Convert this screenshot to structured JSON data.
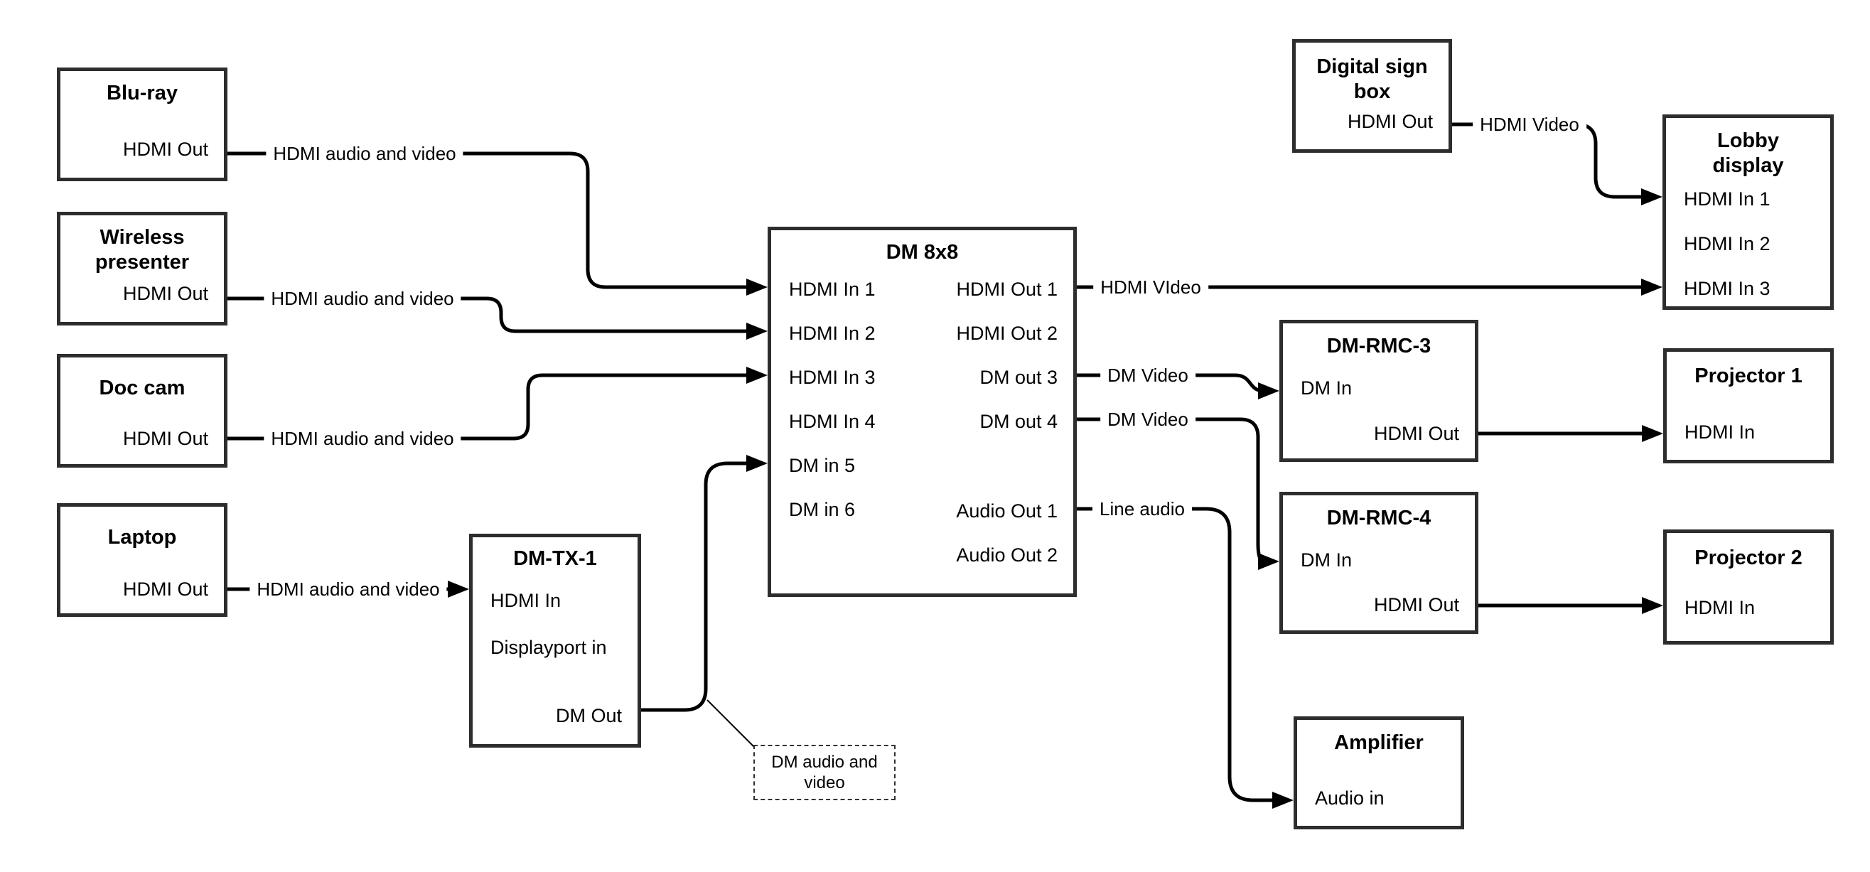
{
  "nodes": {
    "bluray": {
      "title": "Blu-ray",
      "port": "HDMI Out"
    },
    "wireless": {
      "title": "Wireless presenter",
      "port": "HDMI Out"
    },
    "doccam": {
      "title": "Doc cam",
      "port": "HDMI Out"
    },
    "laptop": {
      "title": "Laptop",
      "port": "HDMI Out"
    },
    "dmtx1": {
      "title": "DM-TX-1",
      "ports": [
        "HDMI In",
        "Displayport in",
        "DM Out"
      ]
    },
    "dm8x8": {
      "title": "DM 8x8",
      "left_ports": [
        "HDMI In 1",
        "HDMI In 2",
        "HDMI In 3",
        "HDMI In 4",
        "DM in 5",
        "DM in 6"
      ],
      "right_ports": [
        "HDMI Out 1",
        "HDMI Out 2",
        "DM out 3",
        "DM out 4",
        "Audio Out 1",
        "Audio Out 2"
      ]
    },
    "digitalsign": {
      "title": "Digital sign box",
      "port": "HDMI Out"
    },
    "lobby": {
      "title": "Lobby display",
      "ports": [
        "HDMI In 1",
        "HDMI In 2",
        "HDMI In 3"
      ]
    },
    "rmc3": {
      "title": "DM-RMC-3",
      "ports": [
        "DM In",
        "HDMI Out"
      ]
    },
    "proj1": {
      "title": "Projector 1",
      "port": "HDMI In"
    },
    "rmc4": {
      "title": "DM-RMC-4",
      "ports": [
        "DM In",
        "HDMI Out"
      ]
    },
    "proj2": {
      "title": "Projector 2",
      "port": "HDMI In"
    },
    "amp": {
      "title": "Amplifier",
      "port": "Audio in"
    }
  },
  "edge_labels": {
    "bluray_dm": "HDMI audio and video",
    "wireless_dm": "HDMI audio and video",
    "doccam_dm": "HDMI audio and video",
    "laptop_tx": "HDMI audio and video",
    "out1_lobby": "HDMI VIdeo",
    "out3_rmc3": "DM Video",
    "out4_rmc4": "DM Video",
    "audio1_amp": "Line audio",
    "sign_lobby": "HDMI Video"
  },
  "callout": {
    "text": "DM audio and video"
  },
  "colors": {
    "line": "#000000",
    "border": "#2d2d2d",
    "background": "#ffffff"
  }
}
